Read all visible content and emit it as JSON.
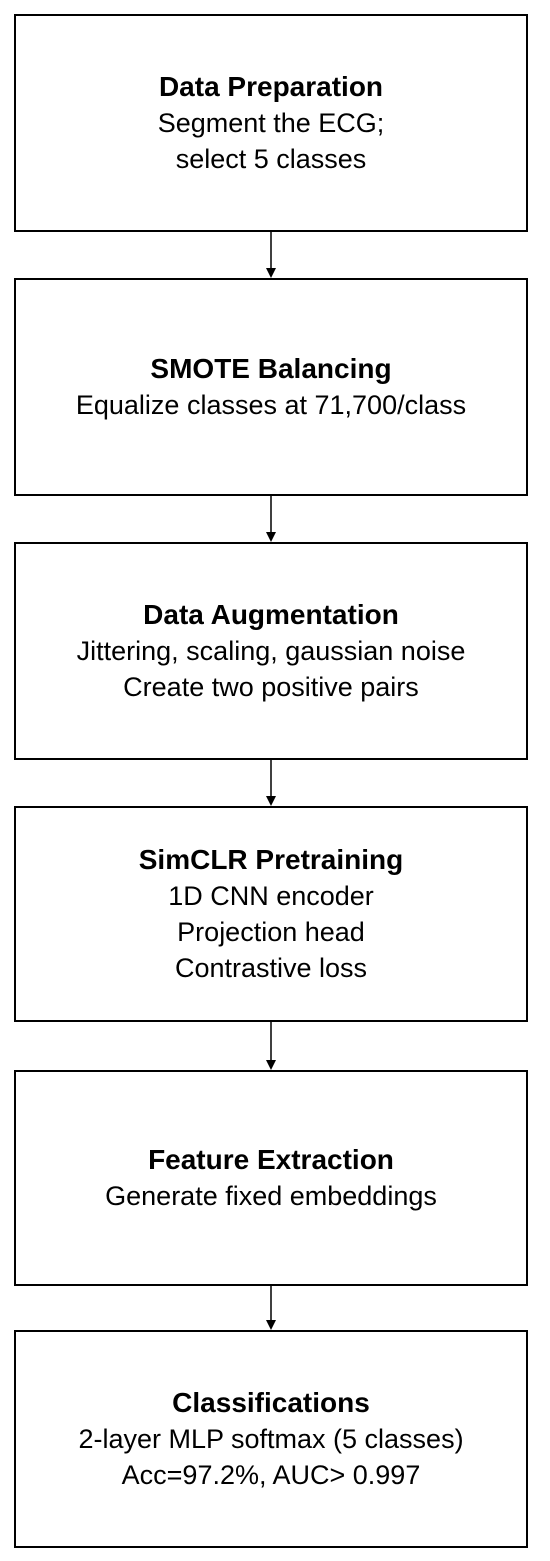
{
  "flowchart": {
    "steps": [
      {
        "title": "Data Preparation",
        "lines": [
          "Segment the ECG;",
          "select 5 classes"
        ]
      },
      {
        "title": "SMOTE Balancing",
        "lines": [
          "Equalize classes at 71,700/class"
        ]
      },
      {
        "title": "Data Augmentation",
        "lines": [
          "Jittering, scaling, gaussian noise",
          "Create two positive pairs"
        ]
      },
      {
        "title": "SimCLR Pretraining",
        "lines": [
          "1D CNN encoder",
          "Projection head",
          "Contrastive loss"
        ]
      },
      {
        "title": "Feature Extraction",
        "lines": [
          "Generate fixed embeddings"
        ]
      },
      {
        "title": "Classifications",
        "lines": [
          "2-layer MLP softmax (5 classes)",
          "Acc=97.2%, AUC> 0.997"
        ]
      }
    ]
  },
  "colors": {
    "border": "#000000",
    "background": "#ffffff",
    "text": "#000000"
  }
}
